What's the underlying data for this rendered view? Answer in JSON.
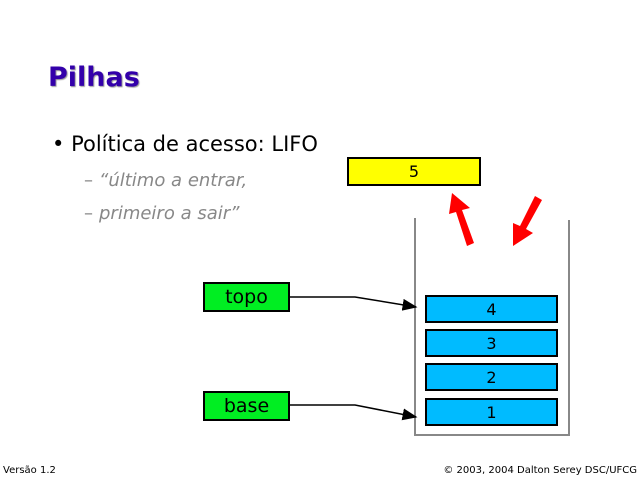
{
  "title": "Pilhas",
  "bullet": "Política de acesso: LIFO",
  "sub_items": [
    "“último a entrar,",
    "primeiro a sair”"
  ],
  "diagram": {
    "popped_item": "5",
    "stack_items": [
      "4",
      "3",
      "2",
      "1"
    ],
    "pointers": {
      "top": "topo",
      "base": "base"
    },
    "colors": {
      "stack_item": "#00bbff",
      "popped_item": "#ffff00",
      "pointer": "#00ee22",
      "arrow": "#ff0000"
    }
  },
  "footer": {
    "version": "Versão 1.2",
    "copyright": "© 2003, 2004 Dalton Serey DSC/UFCG"
  }
}
